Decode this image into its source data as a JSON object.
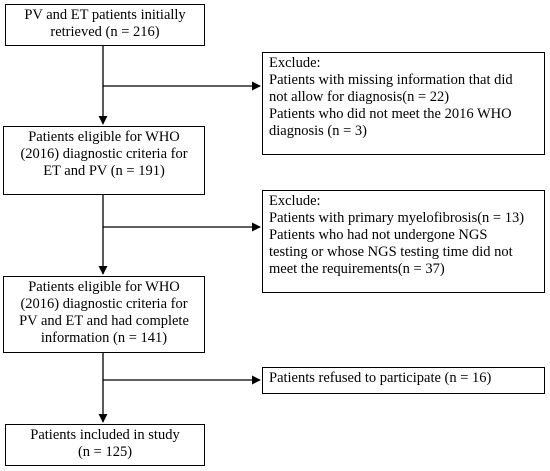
{
  "flowchart": {
    "main": [
      {
        "id": "initial",
        "lines": [
          "PV and ET patients initially",
          "retrieved (n = 216)"
        ]
      },
      {
        "id": "eligible-who",
        "lines": [
          "Patients eligible for WHO",
          "(2016) diagnostic criteria for",
          "ET and PV (n = 191)"
        ]
      },
      {
        "id": "eligible-complete",
        "lines": [
          "Patients eligible for WHO",
          "(2016) diagnostic criteria for",
          "PV and ET and had complete",
          "information (n = 141)"
        ]
      },
      {
        "id": "included",
        "lines": [
          "Patients included in study",
          "(n = 125)"
        ]
      }
    ],
    "exclusions": [
      {
        "id": "exclude-1",
        "lines": [
          "Exclude:",
          "Patients with missing information that did",
          "not allow for diagnosis(n = 22)",
          "Patients who did not meet the 2016 WHO",
          "diagnosis (n = 3)"
        ]
      },
      {
        "id": "exclude-2",
        "lines": [
          "Exclude:",
          "Patients with primary myelofibrosis(n = 13)",
          "Patients who had not undergone NGS",
          "testing or whose NGS testing time did not",
          "meet the requirements(n = 37)"
        ]
      },
      {
        "id": "refused",
        "lines": [
          "Patients refused to participate (n = 16)"
        ]
      }
    ]
  }
}
